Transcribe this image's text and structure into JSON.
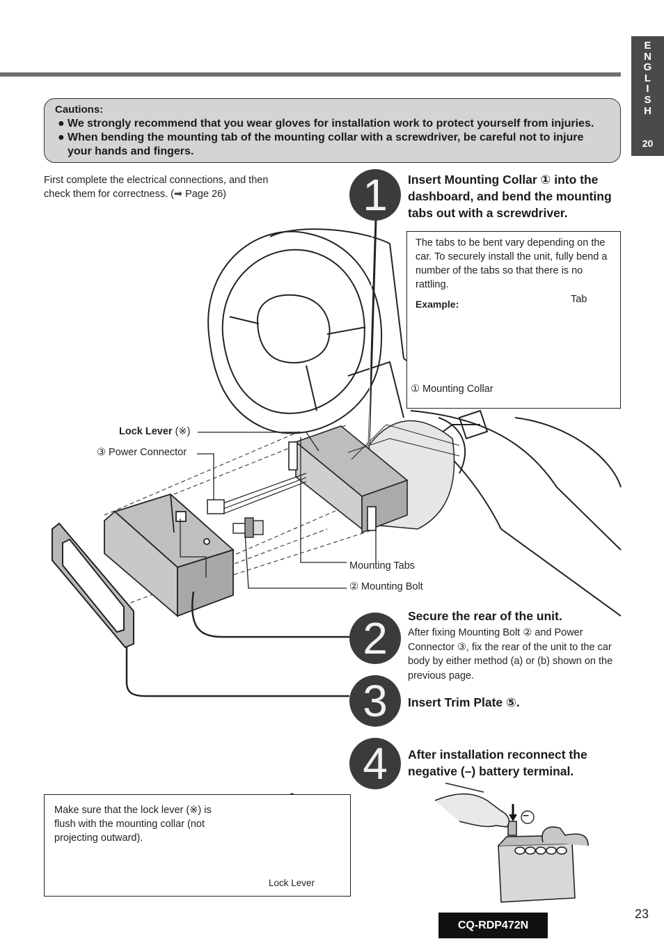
{
  "language_tab": {
    "letters": "E\nN\nG\nL\nI\nS\nH",
    "number": "20"
  },
  "cautions": {
    "title": "Cautions:",
    "items": [
      "We strongly recommend that you wear gloves for installation work to protect yourself from injuries.",
      "When bending the mounting tab of the mounting collar with a screwdriver, be careful not to injure your hands and fingers."
    ]
  },
  "intro": {
    "text": "First complete the electrical connections, and then check them for correctness. (",
    "arrow": "➡",
    "page_ref": " Page 26)"
  },
  "steps": [
    {
      "num": "1",
      "heading": "Insert Mounting Collar ① into the dashboard, and bend the mounting tabs out with a screwdriver."
    },
    {
      "num": "2",
      "heading": "Secure the rear of the unit.",
      "body": "After fixing Mounting Bolt ② and Power Connector ③, fix the rear of the unit to the car body by either method (a) or (b) shown on the previous page."
    },
    {
      "num": "3",
      "heading": "Insert Trim Plate ⑤."
    },
    {
      "num": "4",
      "heading": "After installation reconnect the negative (–) battery terminal."
    }
  ],
  "tab_note": {
    "text": "The tabs to be bent vary depending on the car.  To securely install the unit, fully bend a number of the tabs so that there is no rattling.",
    "example_label": "Example:",
    "tab_label": "Tab",
    "collar_label": "① Mounting Collar"
  },
  "diagram_labels": {
    "lock_lever": "Lock Lever",
    "lock_lever_mark": " (※)",
    "power_connector": "③ Power Connector",
    "mounting_tabs": "Mounting Tabs",
    "mounting_bolt": "② Mounting Bolt"
  },
  "lock_note": {
    "text": "Make sure that the lock lever (※) is flush with the mounting collar (not projecting outward).",
    "label": "Lock Lever"
  },
  "battery": {
    "minus_symbol": "–"
  },
  "footer": {
    "page_number": "23",
    "model": "CQ-RDP472N"
  },
  "colors": {
    "caution_bg": "#d4d4d4",
    "rule": "#6e6e6e",
    "step_circle": "#3b3b3b",
    "model_bg": "#111111"
  }
}
